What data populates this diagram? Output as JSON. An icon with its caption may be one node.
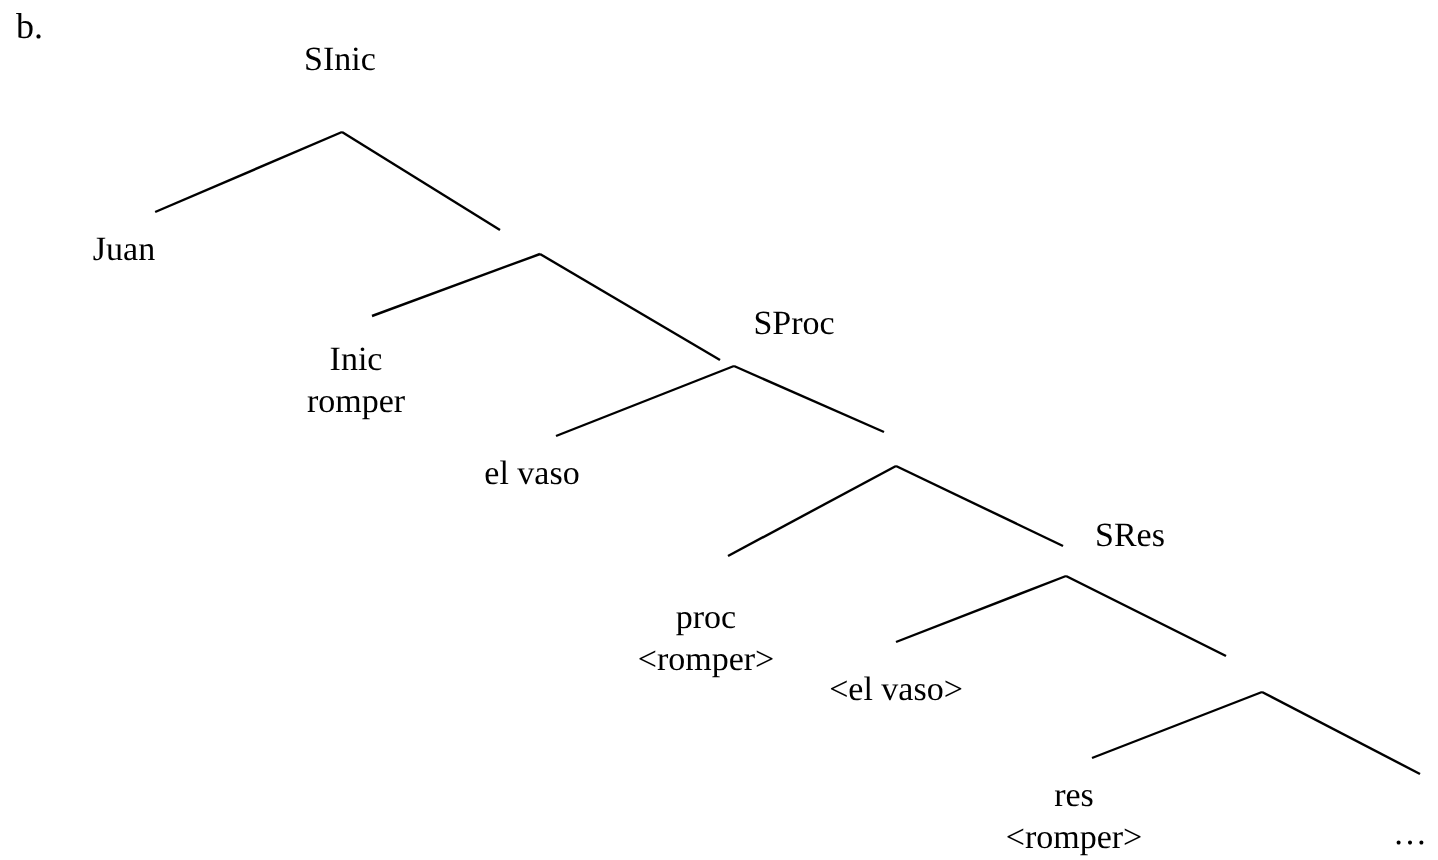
{
  "diagram": {
    "nodes": [
      {
        "text": [
          "SInic"
        ]
      },
      {
        "text": [
          "Juan"
        ]
      },
      {
        "text": [
          "Inic",
          "romper"
        ]
      },
      {
        "text": [
          "SProc"
        ]
      },
      {
        "text": [
          "el vaso"
        ]
      },
      {
        "text": [
          "proc",
          "<romper>"
        ]
      },
      {
        "text": [
          "SRes"
        ]
      },
      {
        "text": [
          "<el vaso>"
        ]
      },
      {
        "text": [
          "res",
          "<romper>"
        ]
      },
      {
        "text": [
          "…"
        ]
      }
    ],
    "edges": [
      {
        "from": 0,
        "to": 1,
        "arrow": "none"
      },
      {
        "from": 0,
        "to": null,
        "arrow": "none"
      },
      {
        "from": null,
        "to": 2,
        "arrow": "none"
      },
      {
        "from": null,
        "to": 3,
        "arrow": "none"
      },
      {
        "from": 3,
        "to": 4,
        "arrow": "none"
      },
      {
        "from": 3,
        "to": null,
        "arrow": "none"
      },
      {
        "from": null,
        "to": 5,
        "arrow": "none"
      },
      {
        "from": null,
        "to": 6,
        "arrow": "none"
      },
      {
        "from": 6,
        "to": 7,
        "arrow": "none"
      },
      {
        "from": 6,
        "to": null,
        "arrow": "none"
      },
      {
        "from": null,
        "to": 8,
        "arrow": "none"
      },
      {
        "from": null,
        "to": 9,
        "arrow": "none"
      }
    ],
    "labels": [
      "b."
    ]
  }
}
